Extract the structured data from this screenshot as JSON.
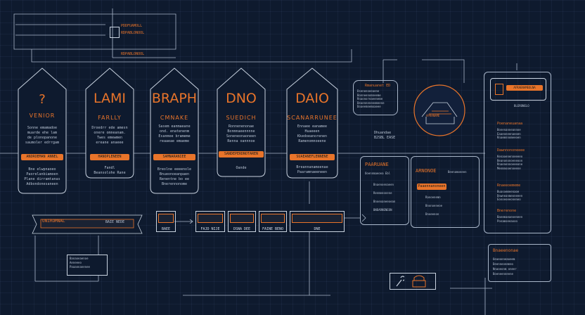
{
  "palette": {
    "background": "#0e1a2e",
    "accent": "#e8742a",
    "line": "#a9b6c9"
  },
  "top_left": {
    "title_line": "PDDFUAMOLL",
    "sub_line": "RDPABLONOOL",
    "icon": "document-icon"
  },
  "cards": [
    {
      "title": "?",
      "subtitle": "VENIOR",
      "text": "Sonne emamadoe\nmuarde ehe lam\nde plonopanone\nsaumoler edrrgam",
      "button": "ANDROEMAN ANNEL",
      "footer": "Bne elwpnaoeo\nPaorelanbiamoen\nPlane dirramtanas\nAdbondonesaneen"
    },
    {
      "title": "LAMI",
      "subtitle": "FARLLY",
      "text": "Droedrr ede amesn\nonere omneanam.\nTwes emewmen\nereane anaeee",
      "button": "HANOPLENEEN",
      "footer": "Fandl\nBeansolohe Rane"
    },
    {
      "title": "BRAPH",
      "subtitle": "CMNAKE",
      "text": "Sasem eanmaeane\nond. enatenenm\nEsanmoe brameme\nreaaeae emaeme",
      "button": "SAMNARANIEE",
      "footer": "Breolne eeeenole\nBnueonoeanpaen\nRenentne bo ee\nBnerennonome"
    },
    {
      "title": "DNO",
      "subtitle": "SUEDICH",
      "text": "Ronnenenonae\nBonmnaeennnne\nSoneneonaoneen\nRenna oannnoe",
      "button": "SANDEPERDNOTAREN",
      "footer": "Oande"
    },
    {
      "title": "DAIO",
      "subtitle": "SCANARRUNEE",
      "text": "Ennaee eanamee\nHuaeeen\nKkedoeanorenen\nRamenomnoeene",
      "button": "SUAEANEFLENNENE",
      "footer": "Breannanamoenae\nPaaramnaeeneen"
    }
  ],
  "info_bubble": {
    "heading": "Rmanuanet ED",
    "lines": "Dsenenoeeaene\nBonneenomneeme\nRnaonoreaeeneme\nDeaenneneeemeene\nDoaeemnemoaeee",
    "label": "Dhuandae\nB2SBL EASE"
  },
  "circle": {
    "heading": "APRANAME"
  },
  "right_panel": {
    "top_label": "AFRAENAMEOLNA",
    "sub": "BLERONELO",
    "items": [
      {
        "h": "Poenaneuanaa",
        "t": "Bonenanneannoe\nEaaeoneenaeoen\nRnaemnnomeeoen"
      },
      {
        "h": "Dawnnononeeee",
        "t": "Kenaoenenneeeeo\nBeanononoeneoon\nRnaenennoeeeone\nMenmnooenneene"
      },
      {
        "h": "Rnaeeoememe",
        "t": "Buasoemeenaoe\nDowneanmeoneeen\nEonoeoeeoneneo"
      },
      {
        "h": "Bnerenone",
        "t": "Banemaeaeoeneen\nPonamoeeaooo"
      }
    ]
  },
  "mid_panel": {
    "left_head": "PAARUANE",
    "left_sub": "Ooennmaeoea Ebl",
    "left_items": [
      "Bnaenoenaeen",
      "Renmeeonene",
      "Bnoeoaneeoean",
      "BNDARNENEON"
    ],
    "right_head": "ARNONOE",
    "right_sub": "Beenamoneen",
    "right_items": [
      "Paaennanoneen",
      "Ranoenemn",
      "Bnonoeneoe",
      "Dnoeenon"
    ]
  },
  "bottom_left": {
    "label": "UNIROMNAL",
    "tag": "BAIE NEDE",
    "note": "Banaoeaenoe\nAeneeeo\nPaaannanenee"
  },
  "modules": [
    {
      "label": "BAEE"
    },
    {
      "label": "FAJD NIJE"
    },
    {
      "label": "DSNA DEE"
    },
    {
      "label": "FAINE BENO"
    },
    {
      "label": "DNE"
    }
  ],
  "bottom_right": {
    "heading": "Bnaeenonae",
    "lines": "Oeaeonneaoeem\nDeenneonemeo\nNnaoeonm oneer\nBoeneenneene"
  },
  "tools": {
    "icon": "wrench-icon",
    "icon2": "lock-icon"
  }
}
